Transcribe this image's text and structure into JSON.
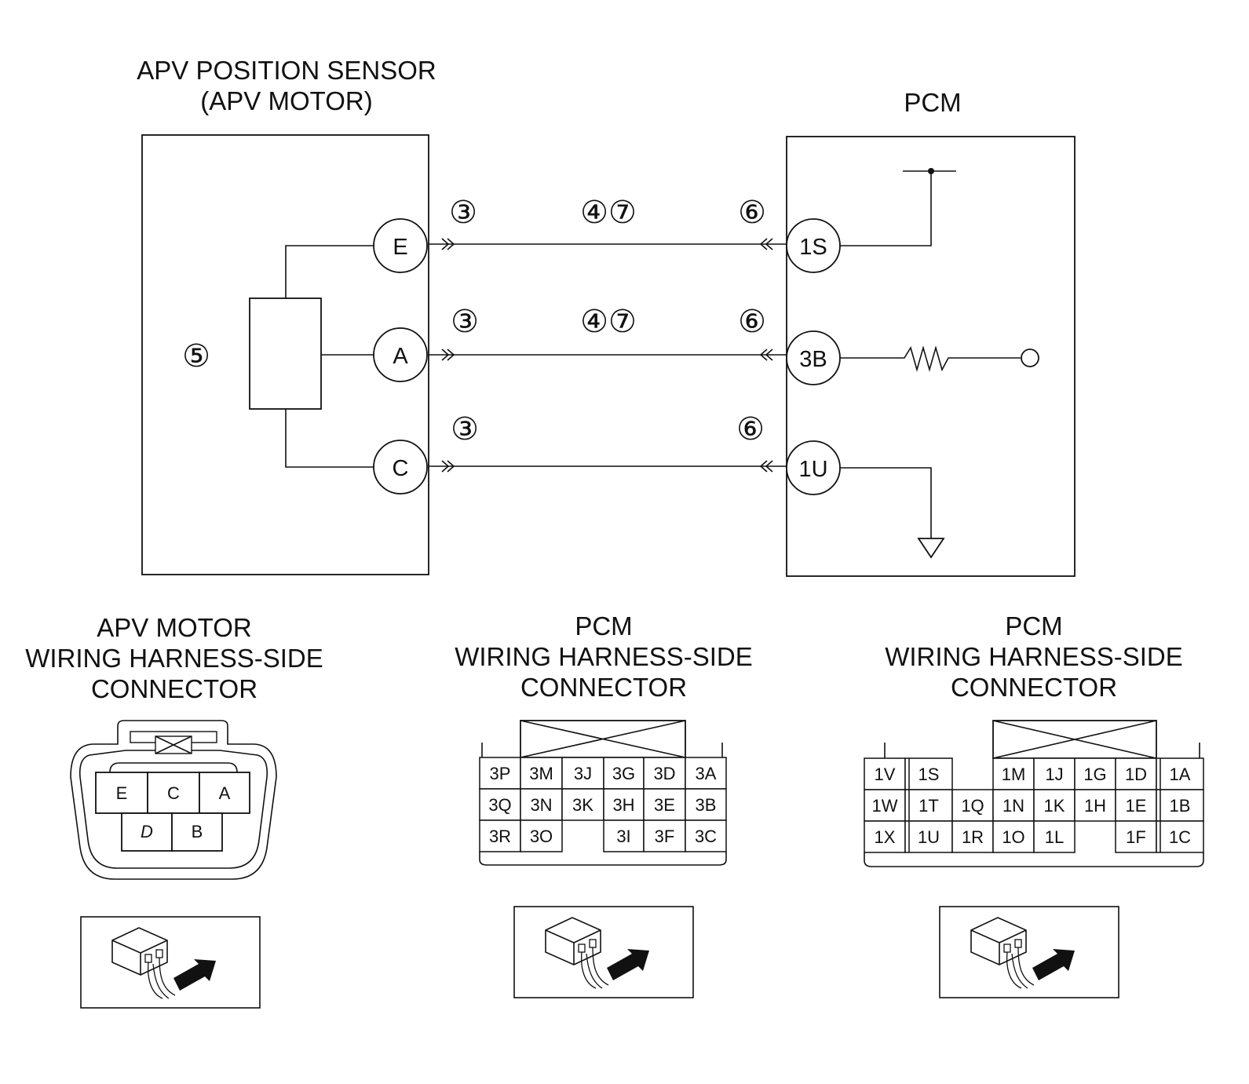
{
  "top": {
    "sensor_title_1": "APV POSITION SENSOR",
    "sensor_title_2": "(APV MOTOR)",
    "pcm_title": "PCM",
    "sensor_ref": "⑤",
    "sensor_pins": [
      "E",
      "A",
      "C"
    ],
    "pcm_pins": [
      "1S",
      "3B",
      "1U"
    ],
    "wire_refs": [
      {
        "left": "③",
        "mid": "④⑦",
        "right": "⑥"
      },
      {
        "left": "③",
        "mid": "④⑦",
        "right": "⑥"
      },
      {
        "left": "③",
        "mid": "",
        "right": "⑥"
      }
    ]
  },
  "connectors": {
    "apv": {
      "title_1": "APV MOTOR",
      "title_2": "WIRING HARNESS-SIDE",
      "title_3": "CONNECTOR",
      "row1": [
        "E",
        "C",
        "A"
      ],
      "row2": [
        "D",
        "B"
      ]
    },
    "pcm3": {
      "title_1": "PCM",
      "title_2": "WIRING HARNESS-SIDE",
      "title_3": "CONNECTOR",
      "rows": [
        [
          "3P",
          "3M",
          "3J",
          "3G",
          "3D",
          "3A"
        ],
        [
          "3Q",
          "3N",
          "3K",
          "3H",
          "3E",
          "3B"
        ],
        [
          "3R",
          "3O",
          "",
          "3I",
          "3F",
          "3C"
        ]
      ]
    },
    "pcm1": {
      "title_1": "PCM",
      "title_2": "WIRING HARNESS-SIDE",
      "title_3": "CONNECTOR",
      "rows": [
        [
          "1V",
          "1S",
          "",
          "1M",
          "1J",
          "1G",
          "1D",
          "1A"
        ],
        [
          "1W",
          "1T",
          "1Q",
          "1N",
          "1K",
          "1H",
          "1E",
          "1B"
        ],
        [
          "1X",
          "1U",
          "1R",
          "1O",
          "1L",
          "",
          "1F",
          "1C"
        ]
      ]
    }
  }
}
